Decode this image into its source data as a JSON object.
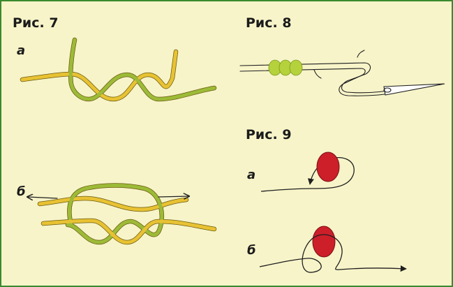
{
  "fig7": {
    "title": "Рис. 7",
    "sub_a": "а",
    "sub_b": "б"
  },
  "fig8": {
    "title": "Рис. 8"
  },
  "fig9": {
    "title": "Рис. 9",
    "sub_a": "а",
    "sub_b": "б"
  },
  "colors": {
    "background": "#f7f4c9",
    "border": "#3a8a2e",
    "cord_yellow": "#e8c233",
    "cord_green": "#9cbb37",
    "bead_green": "#b5d23c",
    "bead_red": "#cc1f2a",
    "line_dark": "#1f1f1f"
  }
}
